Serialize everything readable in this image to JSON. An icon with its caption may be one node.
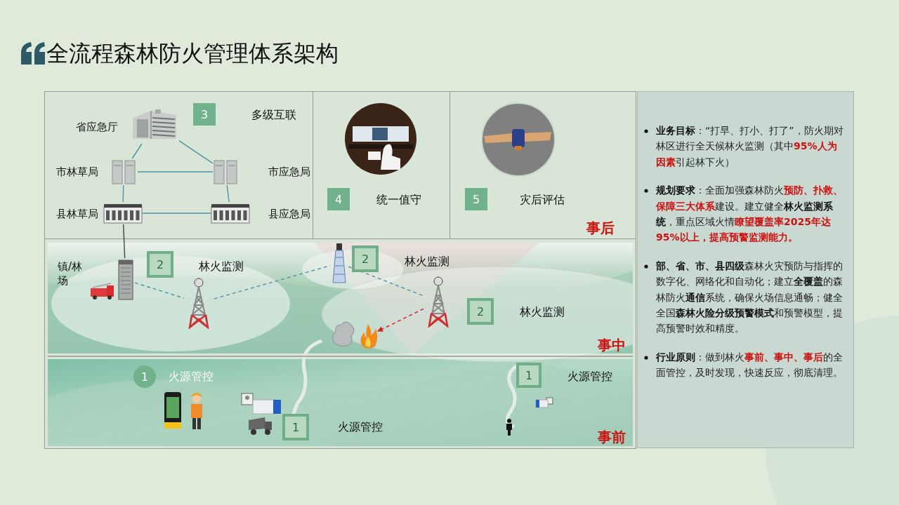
{
  "diagram": {
    "title": "全流程森林防火管理体系架构",
    "nodes": [
      {
        "text": [
          "省应急厅"
        ]
      },
      {
        "text": [
          "市林草局"
        ]
      },
      {
        "text": [
          "市应急局"
        ]
      },
      {
        "text": [
          "县林草局"
        ]
      },
      {
        "text": [
          "县应急局"
        ]
      },
      {
        "text": [
          "镇/林场"
        ]
      },
      {
        "text": [],
        "shape": "picture"
      },
      {
        "text": [],
        "shape": "picture"
      },
      {
        "text": [],
        "shape": "picture"
      },
      {
        "text": [],
        "shape": "picture"
      }
    ],
    "edges": [
      {
        "from": 0,
        "to": 1,
        "arrow": "none"
      },
      {
        "from": 0,
        "to": 2,
        "arrow": "none"
      },
      {
        "from": 1,
        "to": 2,
        "arrow": "none"
      },
      {
        "from": 1,
        "to": 3,
        "arrow": "none"
      },
      {
        "from": 2,
        "to": 4,
        "arrow": "none"
      },
      {
        "from": 3,
        "to": 4,
        "arrow": "none"
      },
      {
        "from": 3,
        "to": 5,
        "arrow": "none",
        "color": "#444444"
      },
      {
        "from": 5,
        "to": 6,
        "arrow": "none",
        "style": "dashed"
      },
      {
        "from": 6,
        "to": 7,
        "arrow": "none",
        "style": "dashed"
      },
      {
        "from": 7,
        "to": 8,
        "arrow": "none",
        "style": "dashed"
      },
      {
        "from": 8,
        "to": 9,
        "arrow": "to",
        "style": "dashed",
        "color": "#cc2222"
      }
    ],
    "labels": [
      "3",
      "多级互联",
      "4",
      "统一值守",
      "5",
      "灾后评估",
      "事后",
      "2",
      "林火监测",
      "2",
      "林火监测",
      "2",
      "林火监测",
      "事中",
      "1",
      "火源管控",
      "1",
      "火源管控",
      "1",
      "火源管控",
      "事前",
      "**业务目标**：“打早、打小、打了”，防火期对林区进行全天候林火监测（其中**95%人为因素**引起林下火）",
      "**规划要求**：全面加强森林防火**预防、扑救、保障三大体系**建设。建立健全**林火监测系统**，重点区域火情**瞭望覆盖率2025年达95%以上，提高预警监测能力。**",
      "**部、省、市、县四级**森林火灾预防与指挥的数字化、网络化和自动化；建立**全覆盖**的森林防火**通信**系统，确保火场信息通畅；健全全国**森林火险分级预警模式**和预警模型，提高预警时效和精度。",
      "**行业原则**：做到林火**事前、事中、事后**的全面管控，及时发现，快速反应，彻底清理。"
    ]
  }
}
